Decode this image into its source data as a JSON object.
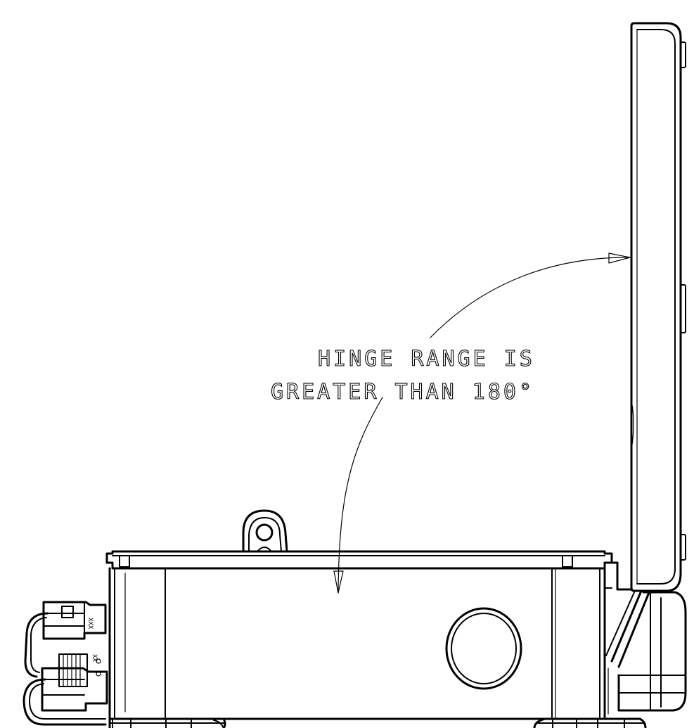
{
  "annotation": {
    "line1": "HINGE RANGE IS",
    "line2": "GREATER THAN 180°"
  },
  "connector_labels": {
    "upper": "XXX",
    "lower": "XX"
  }
}
